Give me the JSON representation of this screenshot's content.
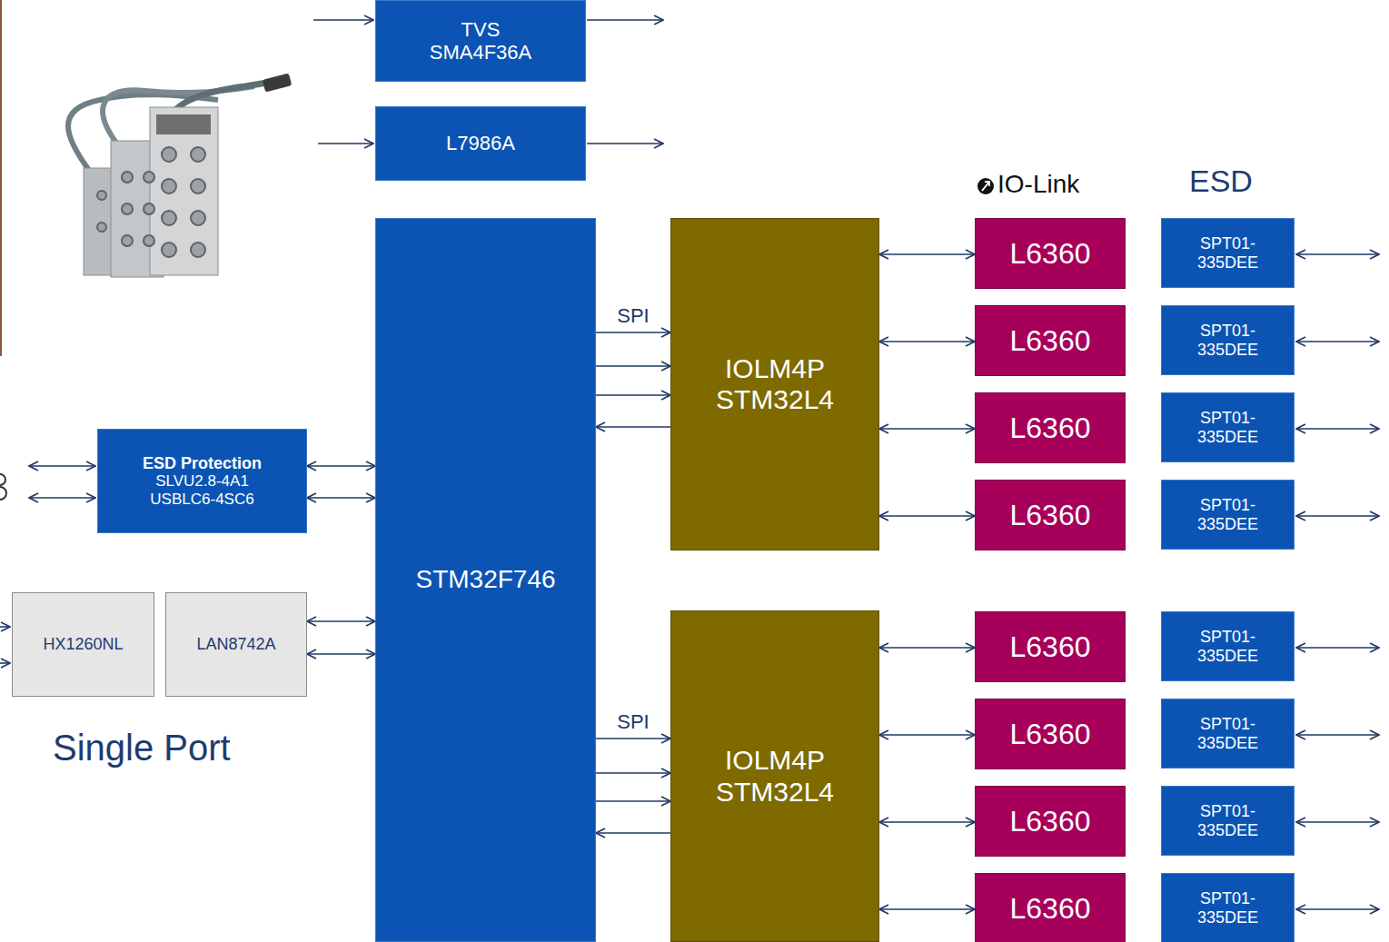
{
  "diagram": {
    "nodes": [
      {
        "text": [
          "TVS SMA4F36A"
        ]
      },
      {
        "text": [
          "L7986A"
        ]
      },
      {
        "text": [
          "ESD Protection",
          "SLVU2.8-4A1",
          "USBLC6-4SC6"
        ]
      },
      {
        "text": [
          "HX1260NL"
        ]
      },
      {
        "text": [
          "LAN8742A"
        ]
      },
      {
        "text": [
          "STM32F746"
        ]
      },
      {
        "text": [
          "IOLM4P STM32L4"
        ]
      },
      {
        "text": [
          "IOLM4P STM32L4"
        ]
      },
      {
        "text": [
          "L6360"
        ]
      },
      {
        "text": [
          "L6360"
        ]
      },
      {
        "text": [
          "L6360"
        ]
      },
      {
        "text": [
          "L6360"
        ]
      },
      {
        "text": [
          "L6360"
        ]
      },
      {
        "text": [
          "L6360"
        ]
      },
      {
        "text": [
          "L6360"
        ]
      },
      {
        "text": [
          "L6360"
        ]
      },
      {
        "text": [
          "SPT01-335DEE"
        ]
      },
      {
        "text": [
          "SPT01-335DEE"
        ]
      },
      {
        "text": [
          "SPT01-335DEE"
        ]
      },
      {
        "text": [
          "SPT01-335DEE"
        ]
      },
      {
        "text": [
          "SPT01-335DEE"
        ]
      },
      {
        "text": [
          "SPT01-335DEE"
        ]
      },
      {
        "text": [
          "SPT01-335DEE"
        ]
      },
      {
        "text": [
          "SPT01-335DEE"
        ]
      }
    ],
    "edges": [
      {
        "from": 2,
        "to": 5,
        "arrow": "both"
      },
      {
        "from": 2,
        "to": 5,
        "arrow": "both"
      },
      {
        "from": 4,
        "to": 5,
        "arrow": "both"
      },
      {
        "from": 4,
        "to": 5,
        "arrow": "both"
      },
      {
        "from": 5,
        "to": 6,
        "label": "SPI",
        "arrow": "to"
      },
      {
        "from": 5,
        "to": 6,
        "arrow": "to"
      },
      {
        "from": 5,
        "to": 6,
        "arrow": "to"
      },
      {
        "from": 6,
        "to": 5,
        "arrow": "to"
      },
      {
        "from": 5,
        "to": 7,
        "label": "SPI",
        "arrow": "to"
      },
      {
        "from": 5,
        "to": 7,
        "arrow": "to"
      },
      {
        "from": 5,
        "to": 7,
        "arrow": "to"
      },
      {
        "from": 7,
        "to": 5,
        "arrow": "to"
      },
      {
        "from": 6,
        "to": 8,
        "arrow": "both"
      },
      {
        "from": 6,
        "to": 9,
        "arrow": "both"
      },
      {
        "from": 6,
        "to": 10,
        "arrow": "both"
      },
      {
        "from": 6,
        "to": 11,
        "arrow": "both"
      },
      {
        "from": 7,
        "to": 12,
        "arrow": "both"
      },
      {
        "from": 7,
        "to": 13,
        "arrow": "both"
      },
      {
        "from": 7,
        "to": 14,
        "arrow": "both"
      },
      {
        "from": 7,
        "to": 15,
        "arrow": "both"
      }
    ],
    "labels": [
      "IO-Link",
      "ESD",
      "Single Port"
    ]
  }
}
